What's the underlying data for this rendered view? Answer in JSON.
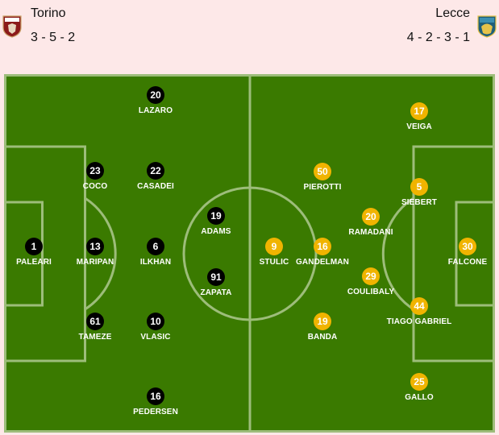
{
  "home": {
    "name": "Torino",
    "formation": "3 - 5 - 2",
    "crest_icon": "torino-crest-icon",
    "badge_color": "#000000",
    "players": [
      {
        "number": "1",
        "name": "PALEARI"
      },
      {
        "number": "13",
        "name": "MARIPAN"
      },
      {
        "number": "23",
        "name": "COCO"
      },
      {
        "number": "61",
        "name": "TAMEZE"
      },
      {
        "number": "20",
        "name": "LAZARO"
      },
      {
        "number": "22",
        "name": "CASADEI"
      },
      {
        "number": "6",
        "name": "ILKHAN"
      },
      {
        "number": "10",
        "name": "VLASIC"
      },
      {
        "number": "16",
        "name": "PEDERSEN"
      },
      {
        "number": "19",
        "name": "ADAMS"
      },
      {
        "number": "91",
        "name": "ZAPATA"
      }
    ]
  },
  "away": {
    "name": "Lecce",
    "formation": "4 - 2 - 3 - 1",
    "crest_icon": "lecce-crest-icon",
    "badge_color": "#f0b400",
    "players": [
      {
        "number": "30",
        "name": "FALCONE"
      },
      {
        "number": "17",
        "name": "VEIGA"
      },
      {
        "number": "5",
        "name": "SIEBERT"
      },
      {
        "number": "44",
        "name": "TIAGO GABRIEL"
      },
      {
        "number": "25",
        "name": "GALLO"
      },
      {
        "number": "20",
        "name": "RAMADANI"
      },
      {
        "number": "29",
        "name": "COULIBALY"
      },
      {
        "number": "50",
        "name": "PIEROTTI"
      },
      {
        "number": "16",
        "name": "GANDELMAN"
      },
      {
        "number": "19",
        "name": "BANDA"
      },
      {
        "number": "9",
        "name": "STULIC"
      }
    ]
  },
  "pitch": {
    "grass_color": "#3a7a00",
    "line_color": "#9dbd7a"
  }
}
